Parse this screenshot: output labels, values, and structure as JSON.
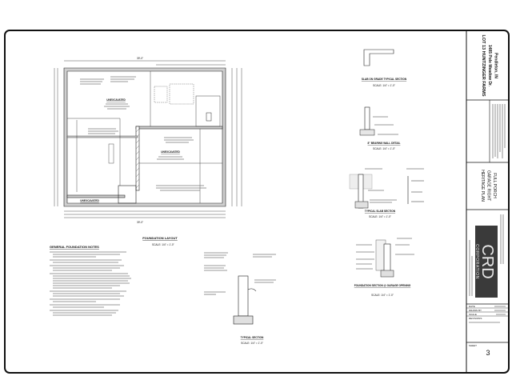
{
  "plan": {
    "title": "FOUNDATION LAYOUT",
    "scale": "SCALE: 1/4\" = 1'-0\"",
    "areas": [
      "UNEXCAVATED",
      "UNEXCAVATED",
      "UNEXCAVATED"
    ],
    "dimensions": {
      "overall_width": "39'-0\"",
      "bottom_total": "39'-0\""
    }
  },
  "notes": {
    "title": "GENERAL FOUNDATION NOTES"
  },
  "details": [
    {
      "title": "SLAB ON GRADE TYPICAL SECTION",
      "scale": "SCALE: 1/4\" = 1'-0\""
    },
    {
      "title": "8\" BEARING WALL DETAIL",
      "scale": "SCALE: 1/4\" = 1'-0\""
    },
    {
      "title": "TYPICAL SLAB SECTION",
      "scale": "SCALE: 1/4\" = 1'-0\""
    },
    {
      "title": "TYPICAL SECTION",
      "scale": "SCALE: 1/4\" = 1'-0\""
    },
    {
      "title": "FOUNDATION SECTION @ GARAGE OPENING",
      "scale": "SCALE: 1/4\" = 1'-0\""
    }
  ],
  "title_block": {
    "project": [
      "LOT 13 HUNTZINGER FARMS",
      "1485 Pole Meadow Dr.",
      "Pendleton, IN"
    ],
    "plan": [
      "HERITAGE PLAN",
      "GARAGE RIGHT",
      "FULL PORCH"
    ],
    "company": {
      "name": "CRD",
      "subtitle": "CORPORATION",
      "logo_bg": "#3a3a3a"
    },
    "rows": [
      {
        "label": "DATE"
      },
      {
        "label": "DRAWN BY"
      },
      {
        "label": "SCALE"
      },
      {
        "label": "REVISIONS"
      }
    ],
    "sheet_label": "SHEET",
    "sheet_number": "3"
  }
}
